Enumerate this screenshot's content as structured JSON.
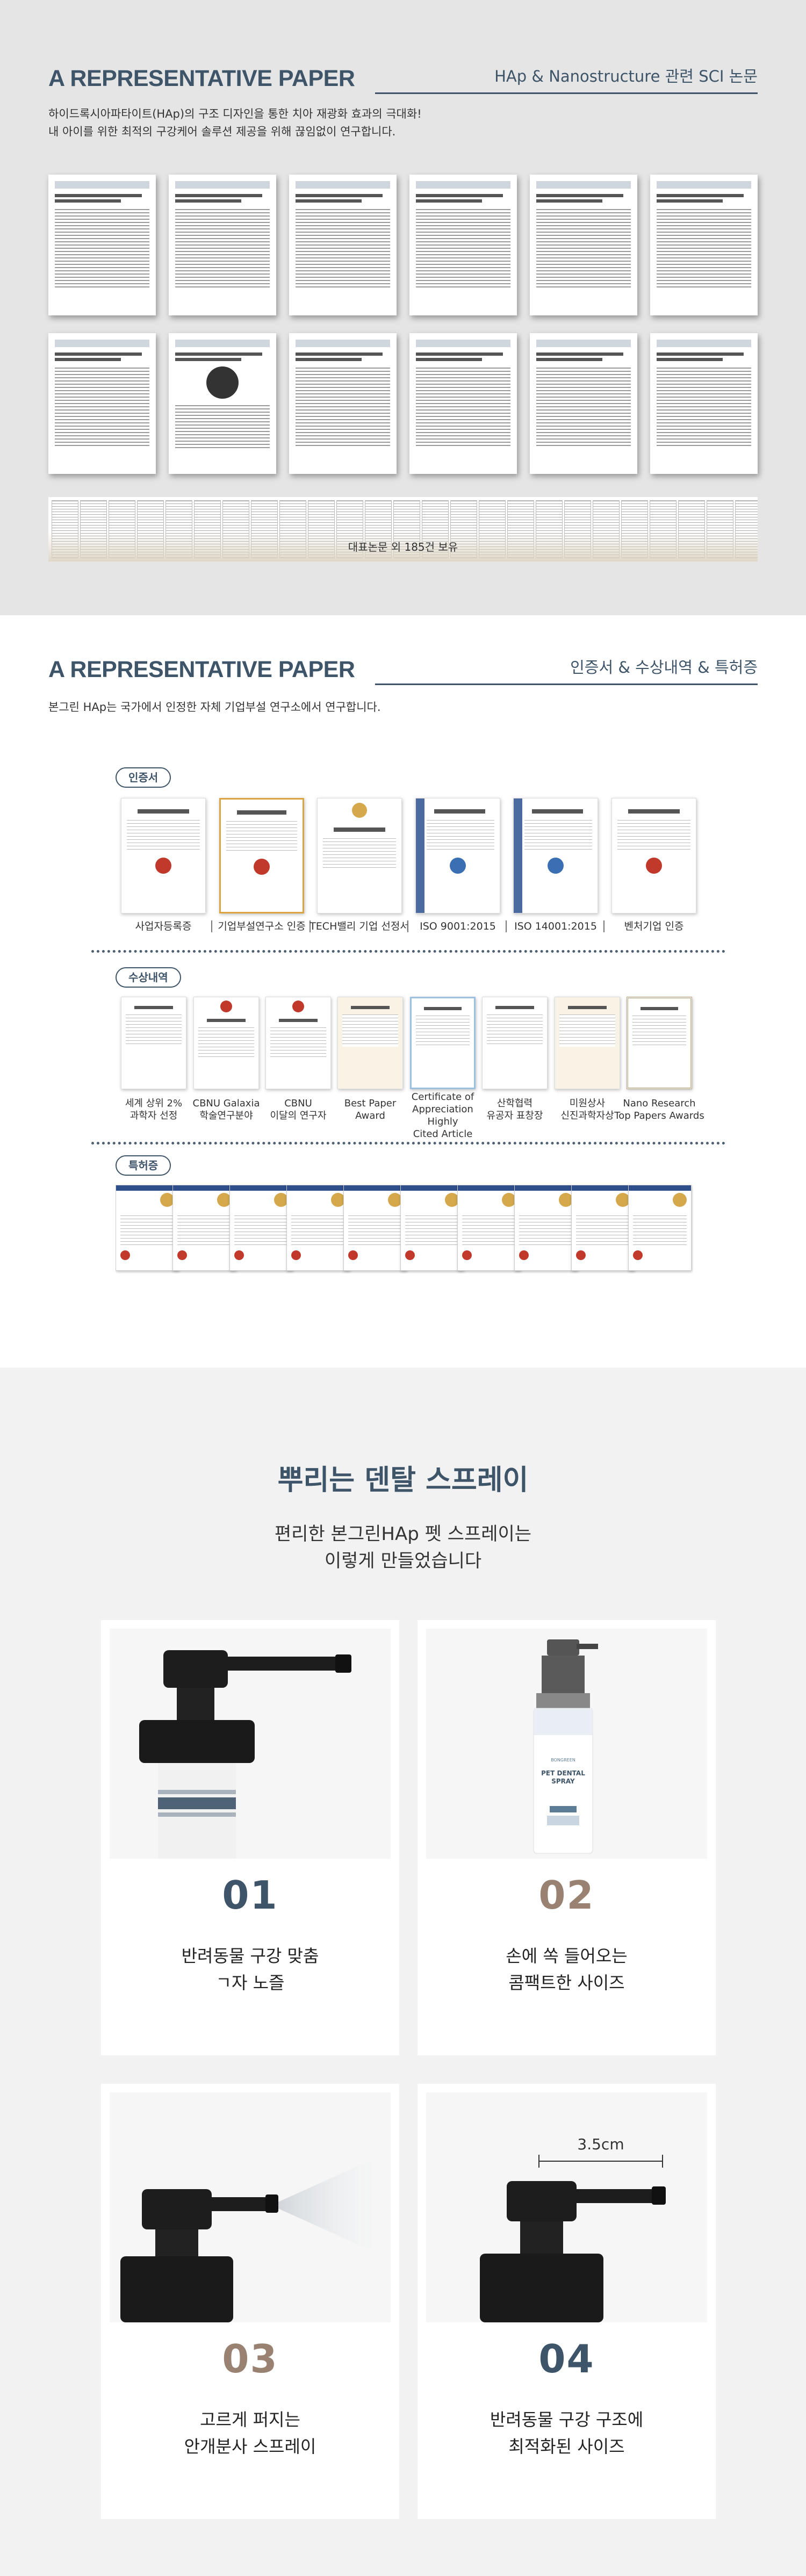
{
  "section_papers": {
    "title": "A REPRESENTATIVE PAPER",
    "subtitle": "HAp & Nanostructure 관련 SCI 논문",
    "intro_line1": "하이드록시아파타이트(HAp)의 구조 디자인을 통한 치아 재광화 효과의 극대화!",
    "intro_line2": "내 아이를 위한 최적의 구강케어 솔루션 제공을 위해 끊임없이 연구합니다.",
    "strip_caption": "대표논문 외 185건 보유"
  },
  "section_certs": {
    "title": "A REPRESENTATIVE PAPER",
    "subtitle": "인증서 & 수상내역 & 특허증",
    "intro": "본그린 HAp는 국가에서 인정한 자체 기업부설 연구소에서 연구합니다.",
    "cert_tag": "인증서",
    "certificates": [
      {
        "label": "사업자등록증"
      },
      {
        "label": "기업부설연구소 인증"
      },
      {
        "label": "TECH밸리 기업 선정서"
      },
      {
        "label": "ISO 9001:2015"
      },
      {
        "label": "ISO 14001:2015"
      },
      {
        "label": "벤처기업 인증"
      }
    ],
    "award_tag": "수상내역",
    "awards": [
      {
        "line1": "세계 상위 2%",
        "line2": "과학자 선정"
      },
      {
        "line1": "CBNU Galaxia",
        "line2": "학술연구분야"
      },
      {
        "line1": "CBNU",
        "line2": "이달의 연구자"
      },
      {
        "line1": "Best Paper",
        "line2": "Award"
      },
      {
        "line1": "Certificate of",
        "line2": "Appreciation Highly",
        "line3": "Cited Article"
      },
      {
        "line1": "산학협력",
        "line2": "유공자 표창장"
      },
      {
        "line1": "미원상사",
        "line2": "신진과학자상"
      },
      {
        "line1": "Nano Research",
        "line2": "Top Papers Awards"
      }
    ],
    "patent_tag": "특허증"
  },
  "section_spray": {
    "title": "뿌리는 덴탈 스프레이",
    "sub_line1": "편리한 본그린HAp 펫 스프레이는",
    "sub_line2": "이렇게 만들었습니다",
    "product_label_brand": "BONGREEN",
    "product_label_name1": "PET DENTAL",
    "product_label_name2": "SPRAY",
    "measure_label": "3.5cm",
    "cards": [
      {
        "num": "01",
        "line1": "반려동물 구강 맞춤",
        "line2": "ㄱ자 노즐",
        "color": "#3e5468"
      },
      {
        "num": "02",
        "line1": "손에 쏙 들어오는",
        "line2": "콤팩트한 사이즈",
        "color": "#9a8272"
      },
      {
        "num": "03",
        "line1": "고르게 퍼지는",
        "line2": "안개분사 스프레이",
        "color": "#9a8272"
      },
      {
        "num": "04",
        "line1": "반려동물 구강 구조에",
        "line2": "최적화된 사이즈",
        "color": "#3e5468"
      }
    ]
  }
}
